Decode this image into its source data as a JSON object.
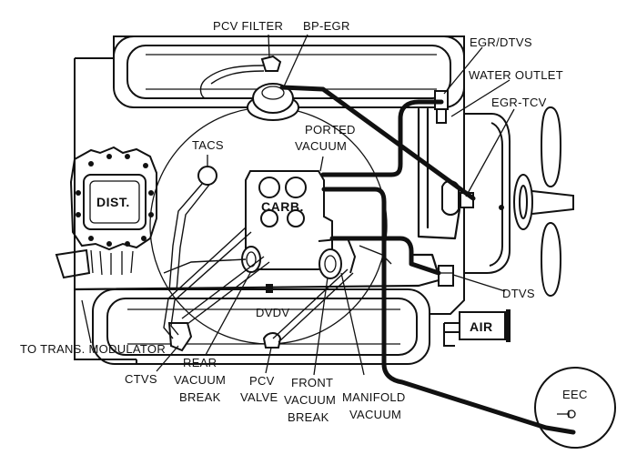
{
  "labels": {
    "pcv_filter": "PCV FILTER",
    "bp_egr": "BP-EGR",
    "egr_dtvs": "EGR/DTVS",
    "water_outlet": "WATER OUTLET",
    "egr_tcv": "EGR-TCV",
    "tacs": "TACS",
    "ported_vacuum_1": "PORTED",
    "ported_vacuum_2": "VACUUM",
    "carb": "CARB.",
    "dist": "DIST.",
    "dvdv": "DVDV",
    "dtvs": "DTVS",
    "air": "AIR",
    "to_trans_modulator": "TO TRANS. MODULATOR",
    "ctvs": "CTVS",
    "rear_vacuum_break_1": "REAR",
    "rear_vacuum_break_2": "VACUUM",
    "rear_vacuum_break_3": "BREAK",
    "pcv_valve_1": "PCV",
    "pcv_valve_2": "VALVE",
    "front_vacuum_break_1": "FRONT",
    "front_vacuum_break_2": "VACUUM",
    "front_vacuum_break_3": "BREAK",
    "manifold_vacuum_1": "MANIFOLD",
    "manifold_vacuum_2": "VACUUM",
    "eec": "EEC"
  },
  "colors": {
    "ink": "#111111",
    "paper": "#ffffff"
  }
}
